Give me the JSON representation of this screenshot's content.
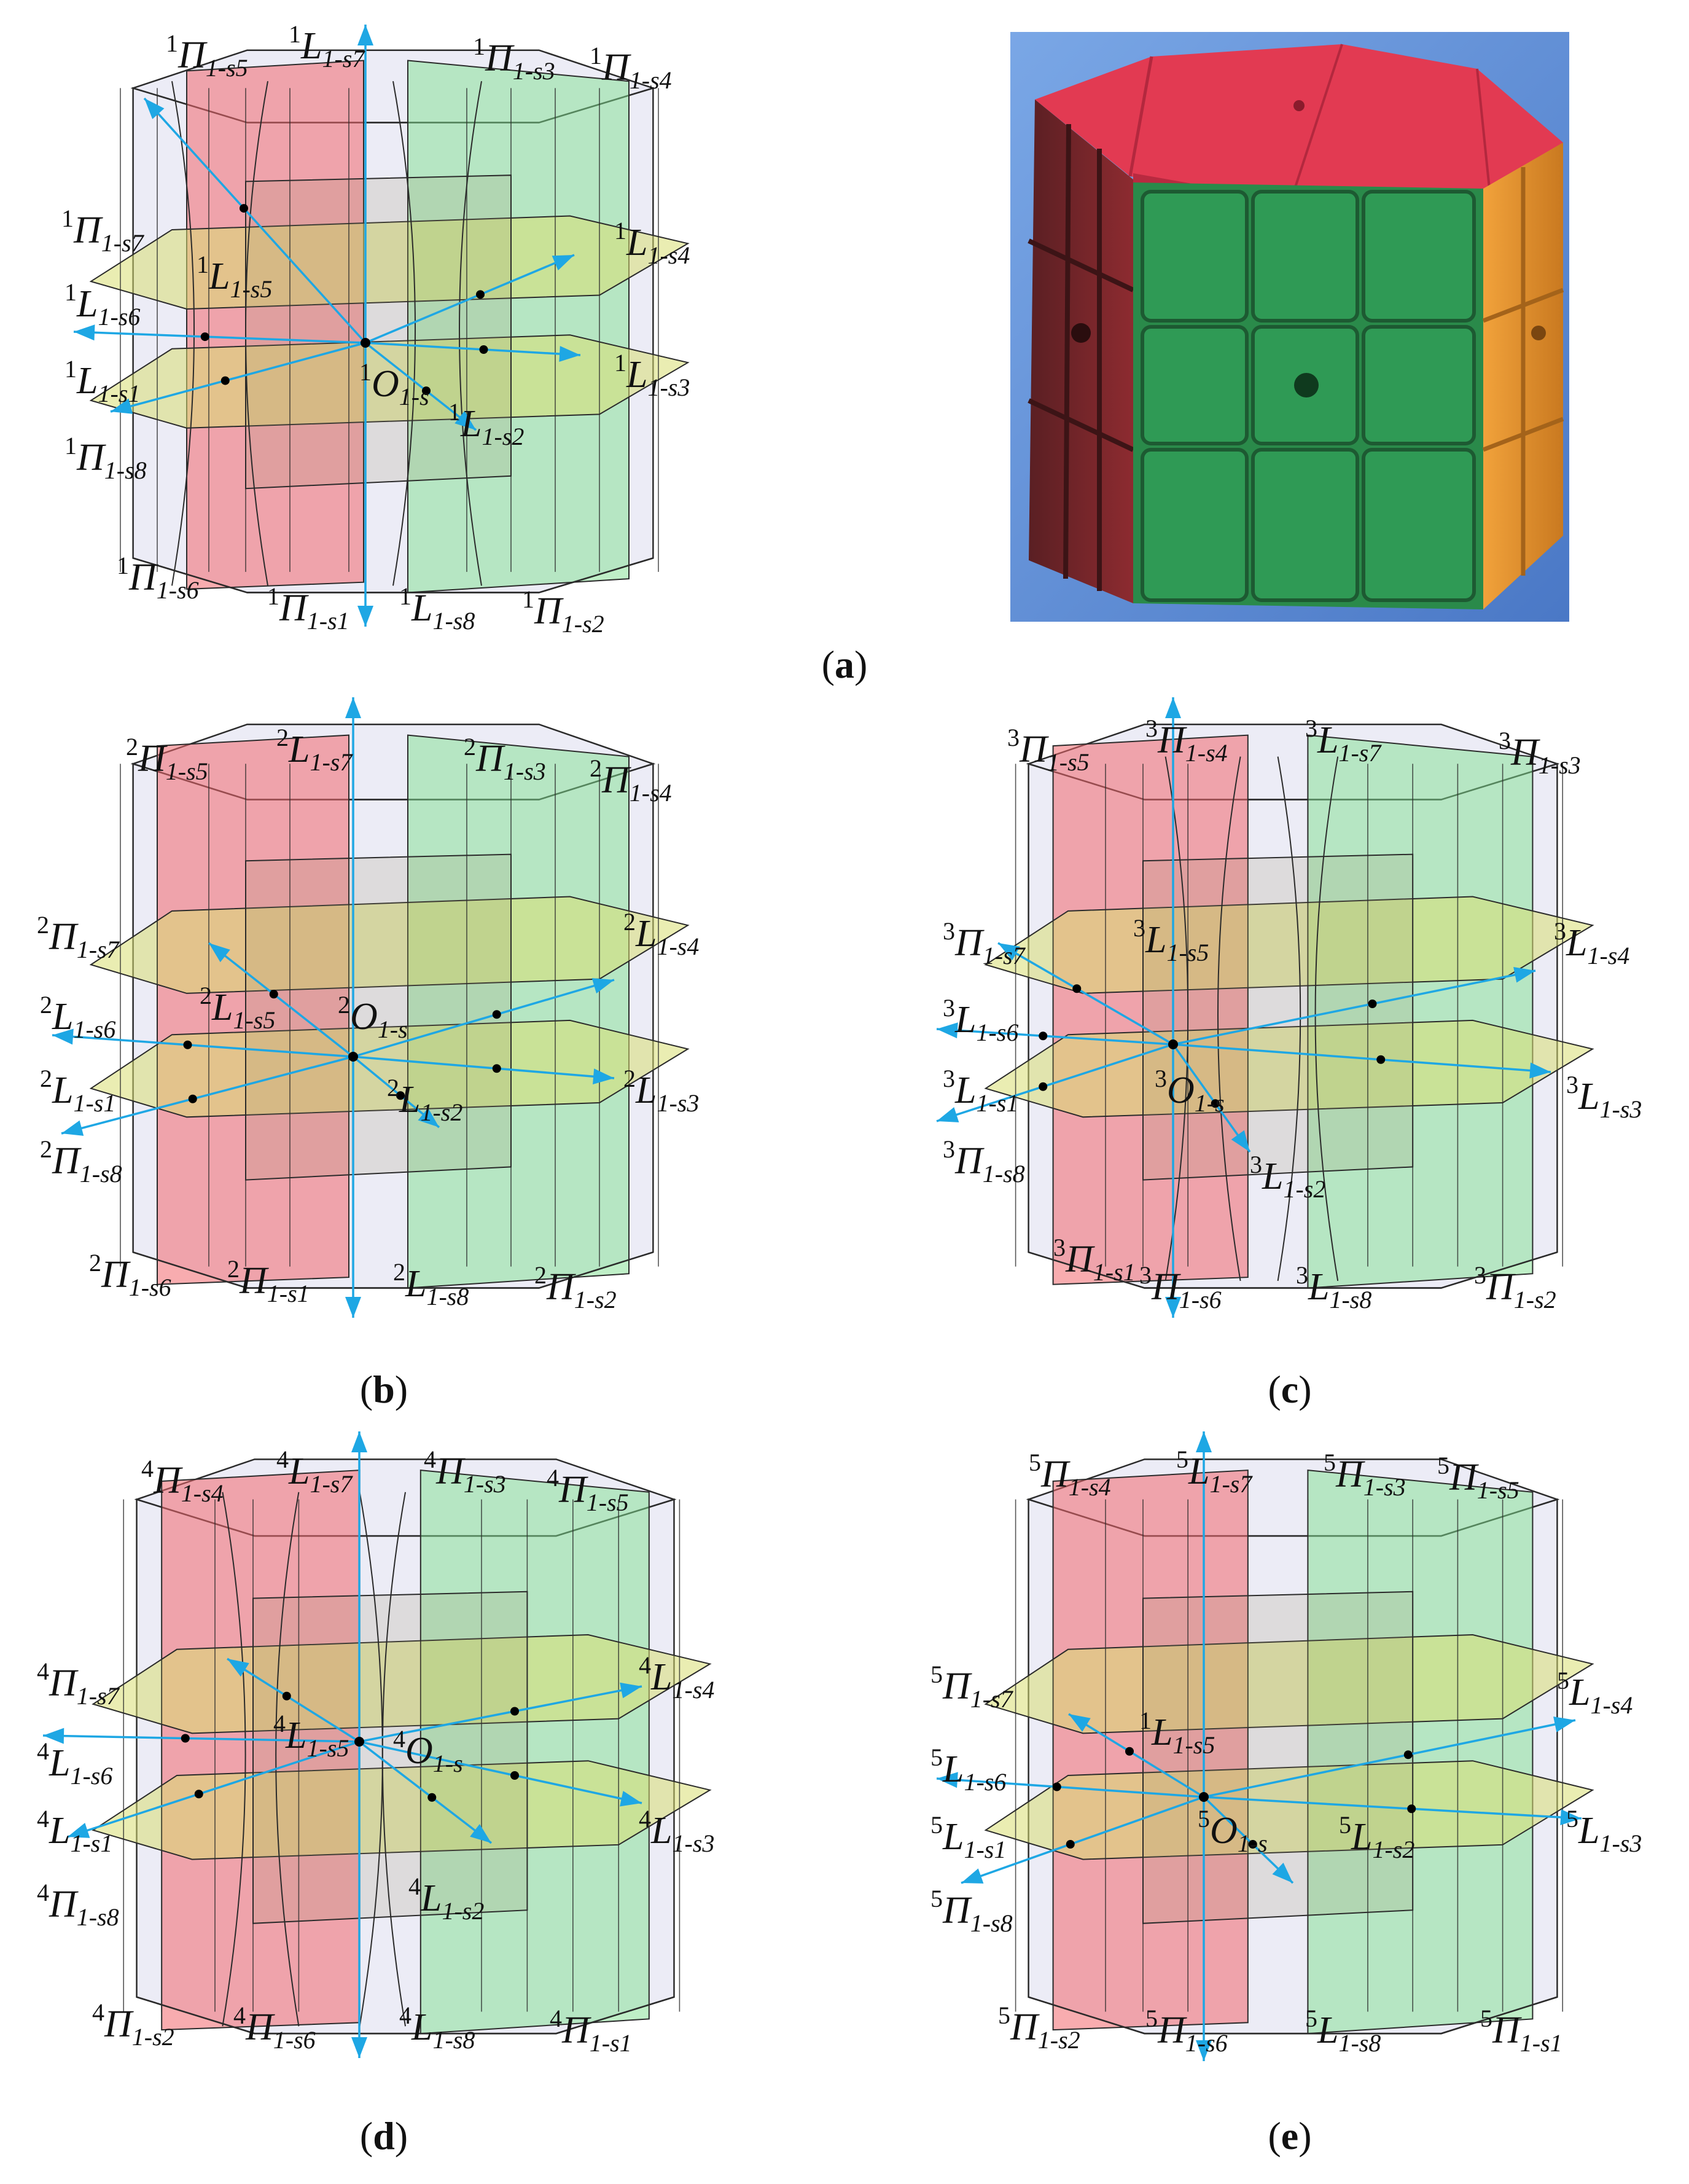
{
  "captions": {
    "a": "a",
    "b": "b",
    "c": "c",
    "d": "d",
    "e": "e"
  },
  "colors": {
    "red": "#f2686e",
    "green": "#7fe08f",
    "yellow": "#d9de72",
    "axis": "#1ea7e4",
    "edge": "#2b2b2b",
    "shell": "#c9c9e6"
  },
  "panels": [
    {
      "id": "a",
      "sup": "1",
      "labels": {
        "P5": "1-s5",
        "L7": "1-s7",
        "P3": "1-s3",
        "P4": "1-s4",
        "P7": "1-s7",
        "L4": "1-s4",
        "L5": "1-s5",
        "L6": "1-s6",
        "L3": "1-s3",
        "L1": "1-s1",
        "O": "1-s",
        "L2": "1-s2",
        "P8": "1-s8",
        "P6": "1-s6",
        "P1": "1-s1",
        "L8": "1-s8",
        "P2": "1-s2"
      }
    },
    {
      "id": "b",
      "sup": "2",
      "labels": {
        "P5": "1-s5",
        "L7": "1-s7",
        "P3": "1-s3",
        "P4": "1-s4",
        "P7": "1-s7",
        "L4": "1-s4",
        "L5": "1-s5",
        "L6": "1-s6",
        "L3": "1-s3",
        "L1": "1-s1",
        "O": "1-s",
        "L2": "1-s2",
        "P8": "1-s8",
        "P6": "1-s6",
        "P1": "1-s1",
        "L8": "1-s8",
        "P2": "1-s2"
      }
    },
    {
      "id": "c",
      "sup": "3",
      "labels": {
        "P5": "1-s5",
        "L7": "1-s7",
        "P3": "1-s3",
        "P4": "1-s4",
        "P7": "1-s7",
        "L4": "1-s4",
        "L5": "1-s5",
        "L6": "1-s6",
        "L3": "1-s3",
        "L1": "1-s1",
        "O": "1-s",
        "L2": "1-s2",
        "P8": "1-s8",
        "P6": "1-s6",
        "P1": "1-s1",
        "L8": "1-s8",
        "P2": "1-s2"
      }
    },
    {
      "id": "d",
      "sup": "4",
      "labels": {
        "P4": "1-s4",
        "L7": "1-s7",
        "P3": "1-s3",
        "P5": "1-s5",
        "P7": "1-s7",
        "L4": "1-s4",
        "L5": "1-s5",
        "L6": "1-s6",
        "L3": "1-s3",
        "L1": "1-s1",
        "O": "1-s",
        "L2": "1-s2",
        "P8": "1-s8",
        "P2": "1-s2",
        "P6": "1-s6",
        "L8": "1-s8",
        "P1": "1-s1"
      }
    },
    {
      "id": "e",
      "sup": "5",
      "labels": {
        "P4": "1-s4",
        "L7": "1-s7",
        "P3": "1-s3",
        "P5": "1-s5",
        "P7": "1-s7",
        "L4": "1-s4",
        "L5": "1-s5",
        "L6": "1-s6",
        "L3": "1-s3",
        "L1": "1-s1",
        "O": "1-s",
        "L2": "1-s2",
        "P8": "1-s8",
        "P2": "1-s2",
        "P6": "1-s6",
        "L8": "1-s8",
        "P1": "1-s1"
      },
      "l5_sup": "1"
    }
  ]
}
